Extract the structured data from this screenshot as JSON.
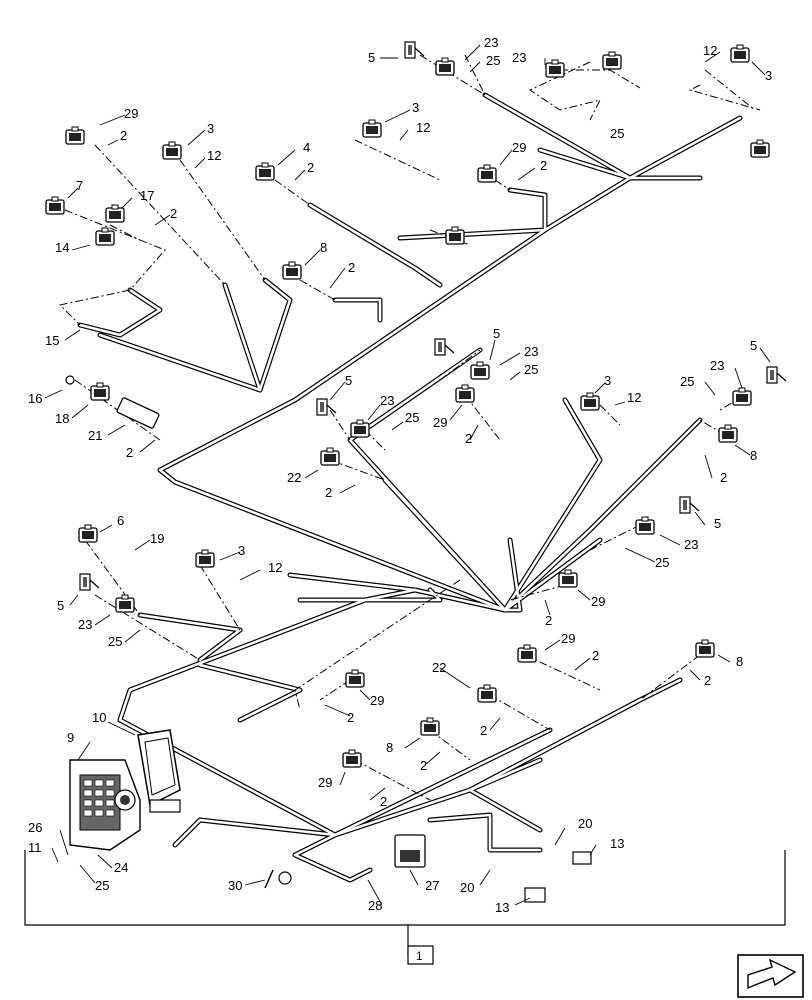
{
  "diagram": {
    "type": "wiring-harness-exploded-view",
    "assembly_ref": "1",
    "callouts": {
      "c_5a": "5",
      "c_23a": "23",
      "c_25a": "25",
      "c_23b": "23",
      "c_25b": "25",
      "c_12a": "12",
      "c_3a": "3",
      "c_29a": "29",
      "c_2a": "2",
      "c_3b": "3",
      "c_12b": "12",
      "c_3c": "3",
      "c_12c": "12",
      "c_4": "4",
      "c_2b": "2",
      "c_29b": "29",
      "c_2c": "2",
      "c_7": "7",
      "c_17": "17",
      "c_2d": "2",
      "c_14": "14",
      "c_8a": "8",
      "c_2e": "2",
      "c_15": "15",
      "c_16": "16",
      "c_18": "18",
      "c_21": "21",
      "c_2f": "2",
      "c_5b": "5",
      "c_23c": "23",
      "c_25c": "25",
      "c_5c": "5",
      "c_23d": "23",
      "c_25d": "25",
      "c_3d": "3",
      "c_12d": "12",
      "c_23e": "23",
      "c_5d": "5",
      "c_25e": "25",
      "c_29c": "29",
      "c_2g": "2",
      "c_8b": "8",
      "c_2h": "2",
      "c_22a": "22",
      "c_2i": "2",
      "c_6": "6",
      "c_19": "19",
      "c_3e": "3",
      "c_12e": "12",
      "c_5e": "5",
      "c_23f": "23",
      "c_25f": "25",
      "c_5f": "5",
      "c_23g": "23",
      "c_25g": "25",
      "c_29d": "29",
      "c_2j": "2",
      "c_29e": "29",
      "c_2k": "2",
      "c_8c": "8",
      "c_2l": "2",
      "c_22b": "22",
      "c_2m": "2",
      "c_29f": "29",
      "c_2n": "2",
      "c_8d": "8",
      "c_2o": "2",
      "c_29g": "29",
      "c_2p": "2",
      "c_10": "10",
      "c_9": "9",
      "c_26": "26",
      "c_11": "11",
      "c_24": "24",
      "c_25h": "25",
      "c_30": "30",
      "c_27": "27",
      "c_28": "28",
      "c_20a": "20",
      "c_13a": "13",
      "c_20b": "20",
      "c_13b": "13"
    },
    "icons": [
      "connector-icon",
      "plug-icon",
      "terminal-icon",
      "fuse-box-icon",
      "navigation-arrow-icon"
    ]
  }
}
